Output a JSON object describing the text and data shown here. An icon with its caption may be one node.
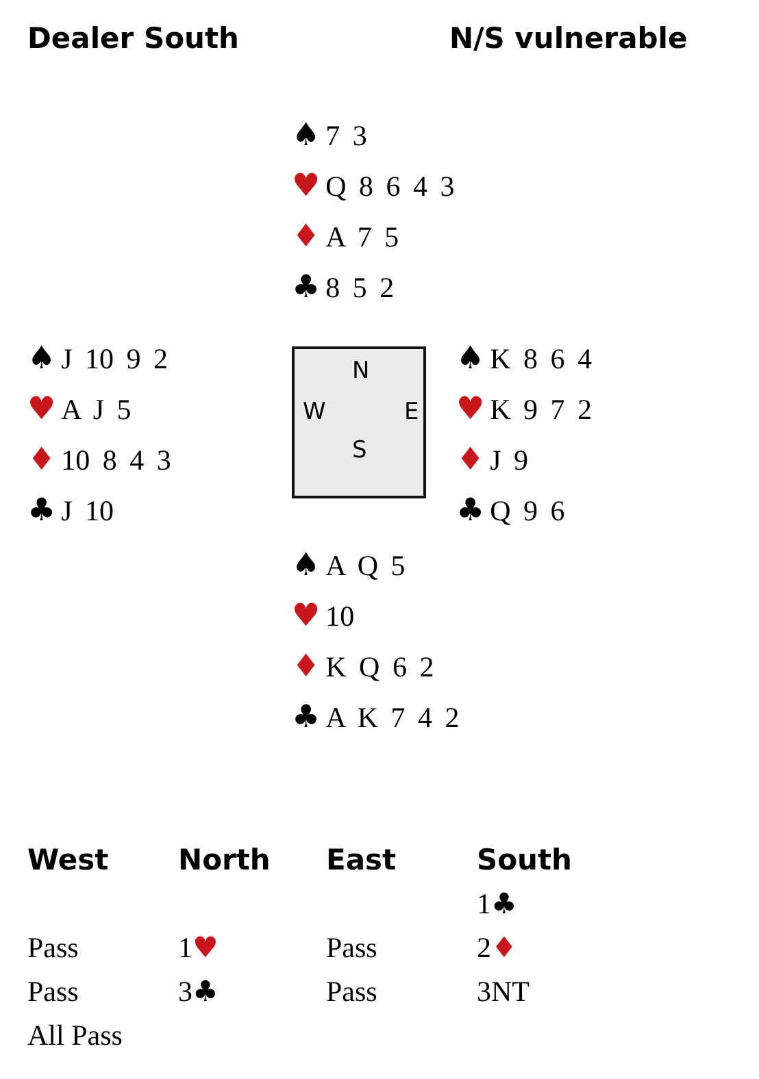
{
  "diagram": {
    "nodes": [
      {
        "text": [
          "N",
          "W",
          "E",
          "S"
        ]
      }
    ],
    "labels": [
      "Dealer South",
      "N/S vulnerable",
      "♠ 7 3",
      "♥ Q 8 6 4 3",
      "♦ A 7 5",
      "♣ 8 5 2",
      "♠ J 10 9 2",
      "♥ A J 5",
      "♦ 10 8 4 3",
      "♣ J 10",
      "♠ K 8 6 4",
      "♥ K 9 7 2",
      "♦ J 9",
      "♣ Q 9 6",
      "♠ A Q 5",
      "♥ 10",
      "♦ K Q 6 2",
      "♣ A K 7 4 2",
      "West",
      "North",
      "East",
      "South",
      "1♣",
      "Pass",
      "1♥",
      "Pass",
      "2♦",
      "Pass",
      "3♣",
      "Pass",
      "3NT",
      "All Pass"
    ]
  }
}
